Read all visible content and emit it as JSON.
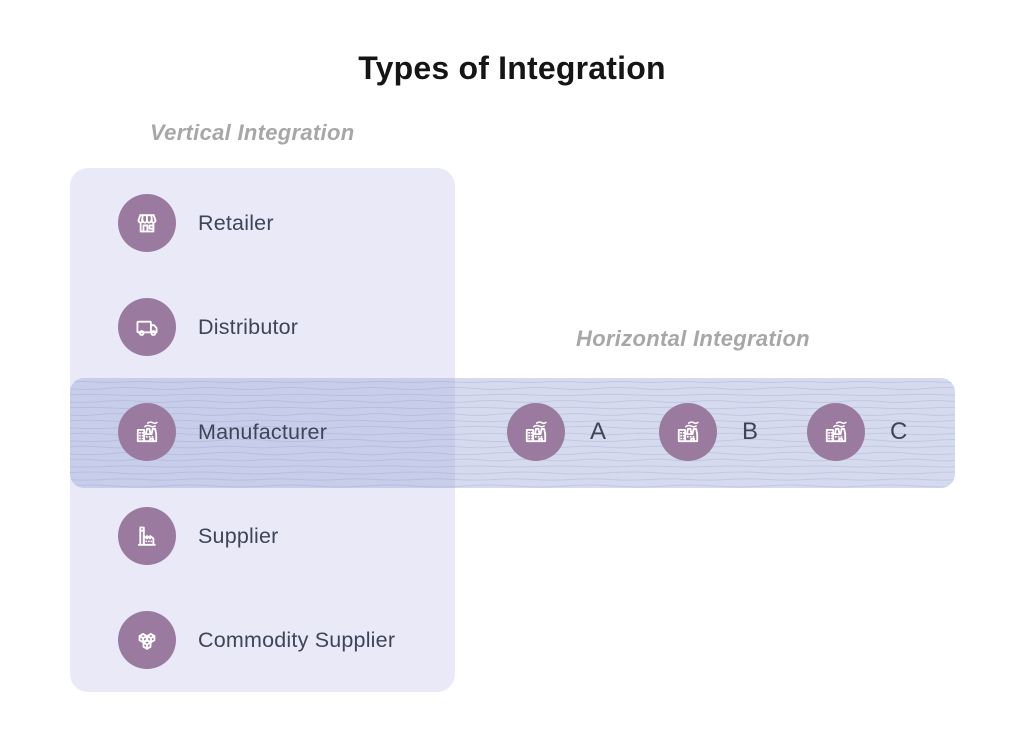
{
  "title": "Types of Integration",
  "vertical": {
    "label": "Vertical Integration",
    "items": [
      {
        "name": "Retailer",
        "icon": "storefront-icon"
      },
      {
        "name": "Distributor",
        "icon": "truck-icon"
      },
      {
        "name": "Manufacturer",
        "icon": "factory-icon"
      },
      {
        "name": "Supplier",
        "icon": "supplier-factory-icon"
      },
      {
        "name": "Commodity Supplier",
        "icon": "cubes-icon"
      }
    ]
  },
  "horizontal": {
    "label": "Horizontal Integration",
    "items": [
      {
        "name": "A",
        "icon": "factory-icon"
      },
      {
        "name": "B",
        "icon": "factory-icon"
      },
      {
        "name": "C",
        "icon": "factory-icon"
      }
    ]
  },
  "colors": {
    "panel_bg": "#e9e9f8",
    "band_overlay": "#96a2d5",
    "circle_bg": "#9b7aa0",
    "icon_stroke": "#ffffff",
    "title_text": "#151515",
    "section_label_text": "#a7a7a7",
    "item_label_text": "#3f4557"
  }
}
